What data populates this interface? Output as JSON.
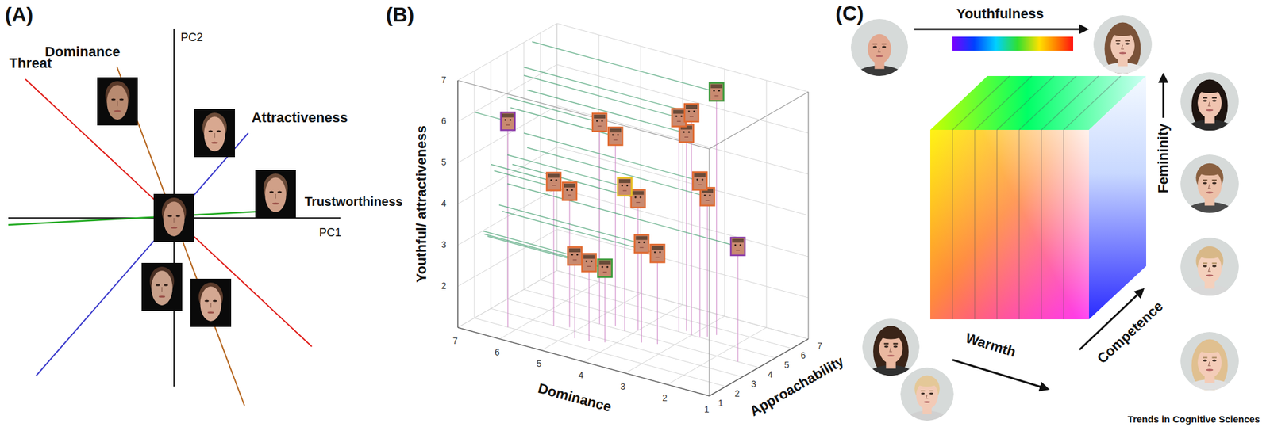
{
  "diagram": {
    "labels": [
      "(A)",
      "Dominance",
      "PC2",
      "Threat",
      "Attractiveness",
      "Trustworthiness",
      "PC1",
      "(B)",
      "7",
      "6",
      "5",
      "4",
      "3",
      "2",
      "Youthful/ attractiveness",
      "7",
      "6",
      "5",
      "4",
      "3",
      "2",
      "1",
      "Dominance",
      "1",
      "2",
      "3",
      "4",
      "5",
      "6",
      "7",
      "Approachability",
      "(C)",
      "Youthfulness",
      "Femininity",
      "Warmth",
      "Competence",
      "Trends in Cognitive Sciences"
    ]
  }
}
